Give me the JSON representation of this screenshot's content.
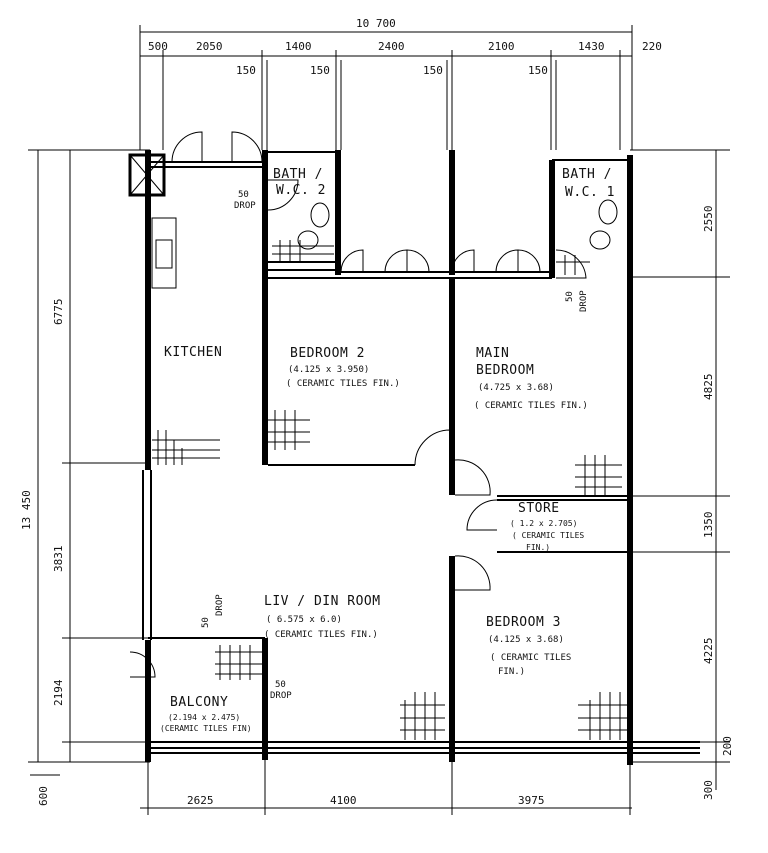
{
  "dimensions": {
    "overall_width": "10 700",
    "overall_height": "13 450",
    "top": [
      "500",
      "2050",
      "1400",
      "2400",
      "2100",
      "1430",
      "220"
    ],
    "top_inner": [
      "150",
      "150",
      "150",
      "150"
    ],
    "bottom": [
      "2625",
      "4100",
      "3975"
    ],
    "left": [
      "6775",
      "3831",
      "2194",
      "600"
    ],
    "right": [
      "2550",
      "4825",
      "1350",
      "4225",
      "200",
      "300"
    ],
    "drop_50": "50",
    "drop_word": "DROP"
  },
  "rooms": {
    "bath2": {
      "line1": "BATH /",
      "line2": "W.C. 2"
    },
    "bath1": {
      "line1": "BATH /",
      "line2": "W.C. 1"
    },
    "kitchen": {
      "name": "KITCHEN"
    },
    "bedroom2": {
      "name": "BEDROOM 2",
      "size": "(4.125 x 3.950)",
      "finish": "( CERAMIC TILES FIN.)"
    },
    "main_bedroom": {
      "line1": "MAIN",
      "line2": "BEDROOM",
      "size": "(4.725 x 3.68)",
      "finish": "( CERAMIC TILES FIN.)"
    },
    "store": {
      "name": "STORE",
      "size": "( 1.2 x 2.705)",
      "finish1": "( CERAMIC TILES",
      "finish2": "FIN.)"
    },
    "living": {
      "name": "LIV / DIN ROOM",
      "size": "( 6.575 x 6.0)",
      "finish": "( CERAMIC TILES FIN.)"
    },
    "bedroom3": {
      "name": "BEDROOM 3",
      "size": "(4.125 x 3.68)",
      "finish1": "( CERAMIC TILES",
      "finish2": "FIN.)"
    },
    "balcony": {
      "name": "BALCONY",
      "size": "(2.194 x 2.475)",
      "finish": "(CERAMIC TILES FIN)"
    }
  }
}
